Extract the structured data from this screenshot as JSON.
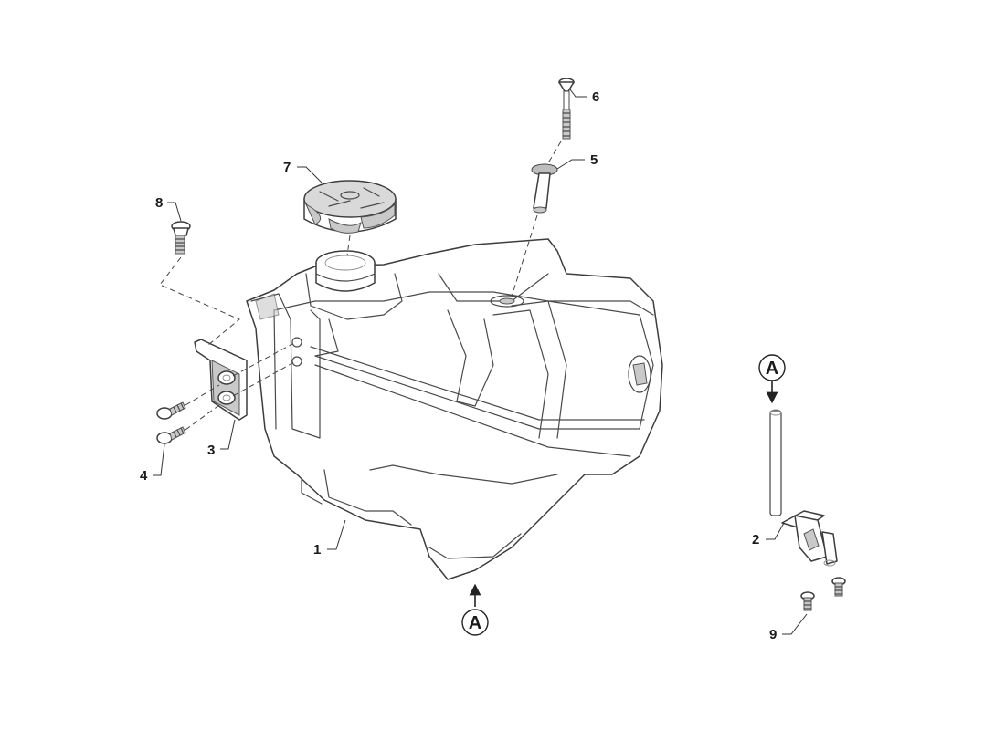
{
  "part_labels": {
    "p1": "1",
    "p2": "2",
    "p3": "3",
    "p4": "4",
    "p5": "5",
    "p6": "6",
    "p7": "7",
    "p8": "8",
    "p9": "9"
  },
  "view_callouts": {
    "a_left": "A",
    "a_right": "A"
  }
}
